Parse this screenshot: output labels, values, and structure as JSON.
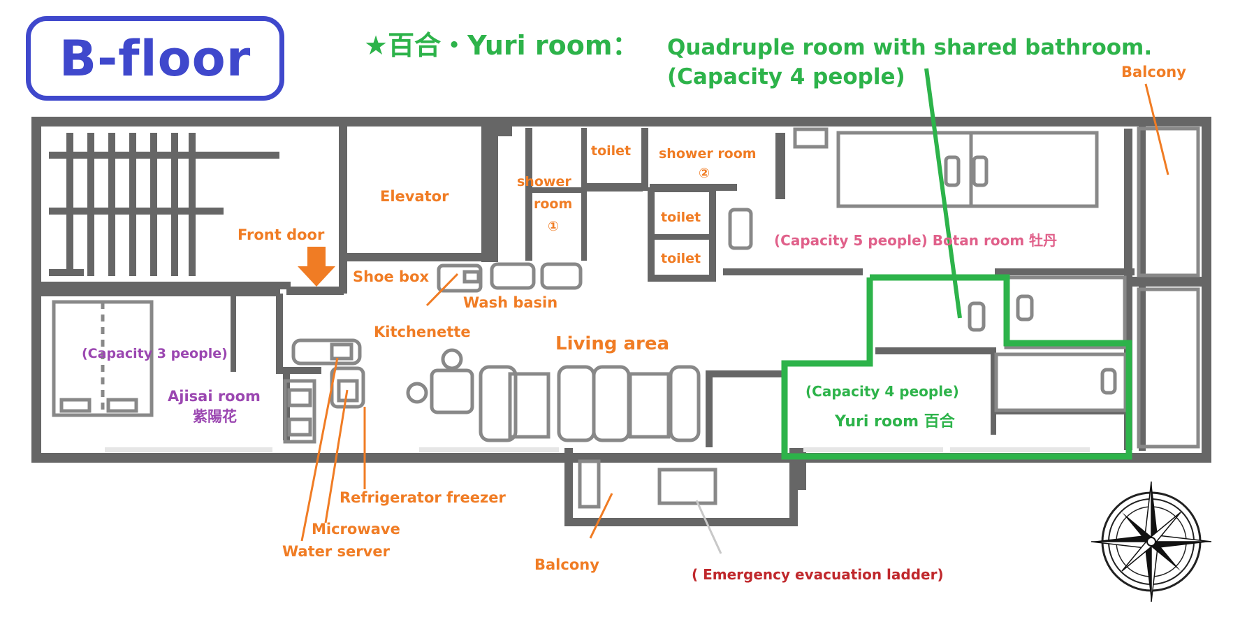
{
  "header": {
    "floor_label": "B-floor",
    "title_main": "★百合・Yuri room：",
    "title_desc": "Quadruple room with shared bathroom.",
    "title_capacity": "(Capacity 4 people)"
  },
  "labels": {
    "balcony_top": "Balcony",
    "balcony_bottom": "Balcony",
    "elevator": "Elevator",
    "front_door": "Front door",
    "shoe_box": "Shoe box",
    "wash_basin": "Wash basin",
    "kitchenette": "Kitchenette",
    "living_area": "Living area",
    "toilet_1": "toilet",
    "toilet_2": "toilet",
    "toilet_3": "toilet",
    "shower_room_1_a": "shower",
    "shower_room_1_b": "room",
    "shower_room_1_c": "①",
    "shower_room_2_a": "shower room",
    "shower_room_2_b": "②",
    "refrigerator": "Refrigerator freezer",
    "microwave": "Microwave",
    "water_server": "Water server",
    "emergency_ladder": "( Emergency evacuation ladder)"
  },
  "rooms": {
    "ajisai_capacity": "(Capacity 3 people)",
    "ajisai_name": "Ajisai room",
    "ajisai_kanji": "紫陽花",
    "botan": "(Capacity 5 people) Botan room 牡丹",
    "yuri_capacity": "(Capacity 4 people)",
    "yuri_name": "Yuri room 百合"
  },
  "colors": {
    "wall": "#6b6b6b",
    "orange": "#f07c24",
    "green": "#2db34a",
    "purple": "#9b47b1",
    "pink": "#e0608a",
    "red": "#c0282c",
    "blue": "#3f48cc"
  }
}
